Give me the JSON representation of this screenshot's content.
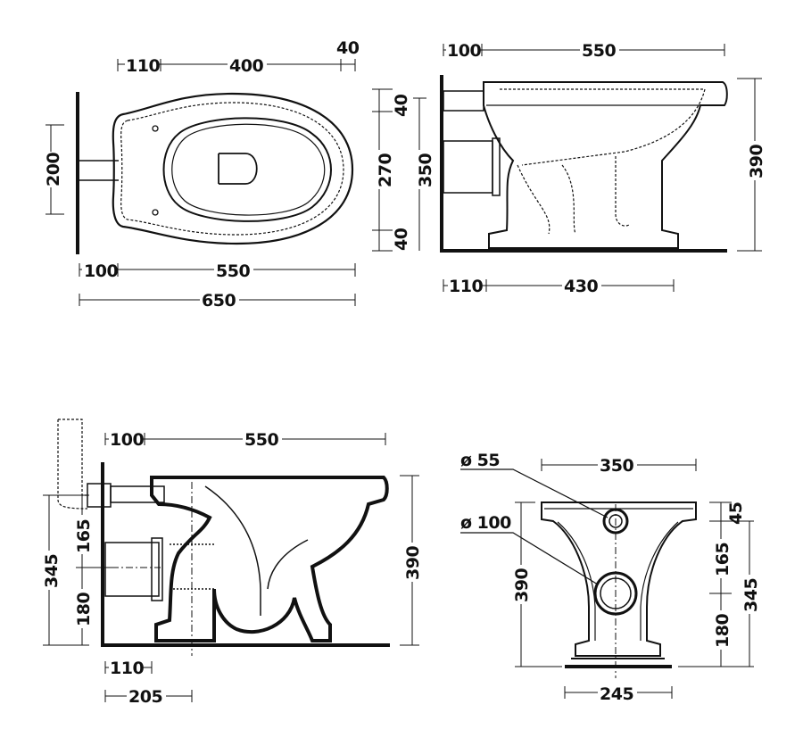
{
  "top_view": {
    "dims": {
      "d110": "110",
      "d400": "400",
      "d40": "40",
      "d200": "200",
      "d100": "100",
      "d550": "550",
      "d650": "650"
    }
  },
  "side_view_top_right": {
    "dims": {
      "d100": "100",
      "d550": "550",
      "d40a": "40",
      "d270": "270",
      "d40b": "40",
      "d350": "350",
      "d390": "390",
      "d110": "110",
      "d430": "430"
    }
  },
  "section_view": {
    "dims": {
      "d100": "100",
      "d550": "550",
      "d165": "165",
      "d345": "345",
      "d180": "180",
      "d390": "390",
      "d110": "110",
      "d205": "205"
    }
  },
  "rear_view": {
    "dims": {
      "phi55": "ø 55",
      "phi100": "ø 100",
      "d350": "350",
      "d45": "45",
      "d390": "390",
      "d165": "165",
      "d345": "345",
      "d180": "180",
      "d245": "245"
    }
  }
}
